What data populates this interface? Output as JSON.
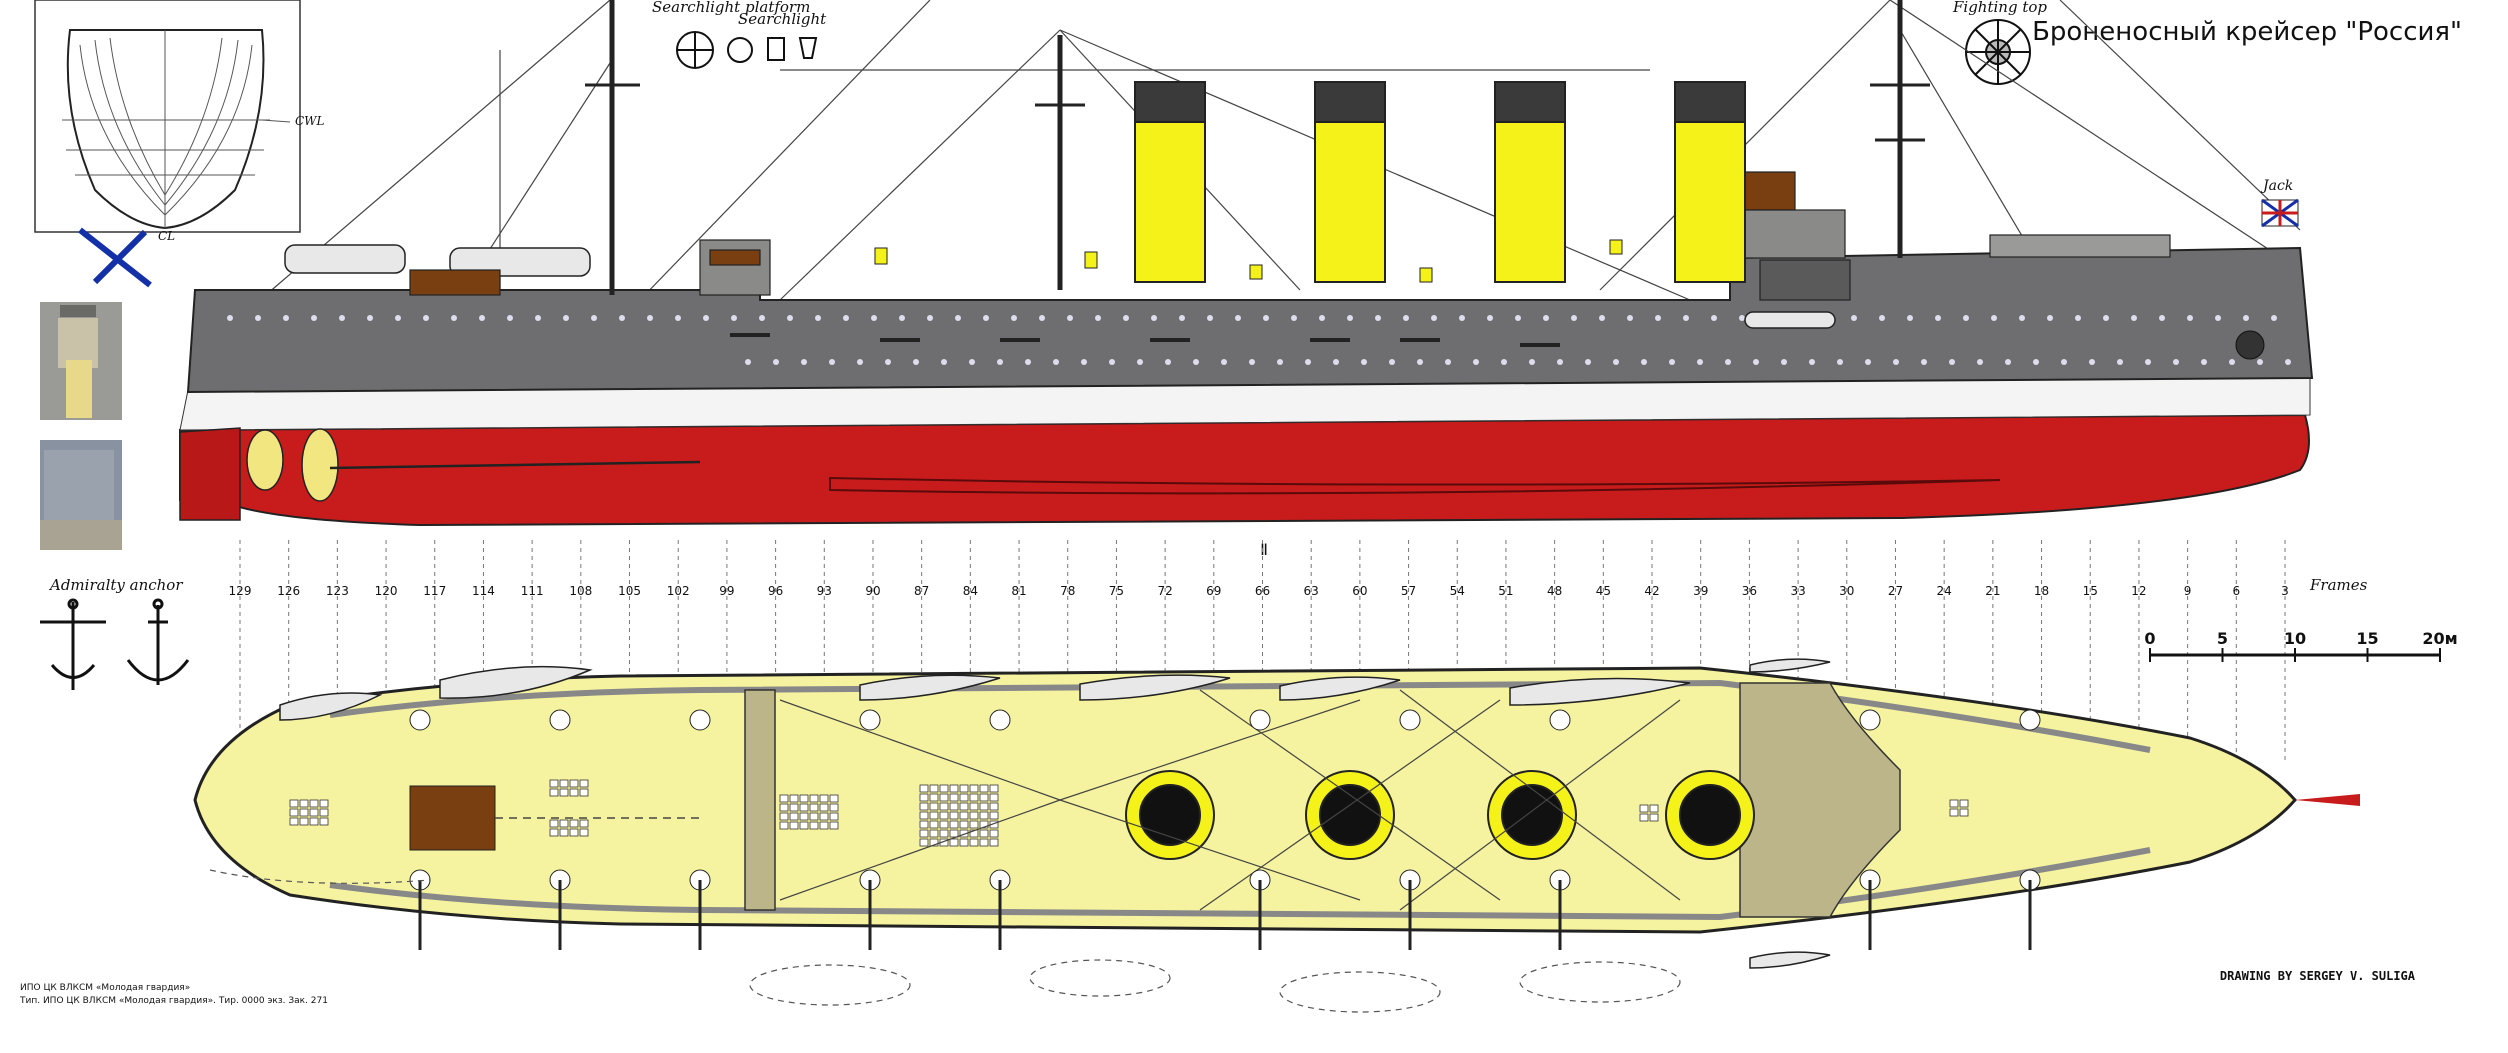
{
  "title": "Броненосный крейсер \"Россия\"",
  "labels": {
    "searchlight_platform": "Searchlight platform",
    "searchlight": "Searchlight",
    "fighting_top": "Fighting top",
    "jack": "Jack",
    "cwl": "CWL",
    "cl": "CL",
    "admiralty_anchor": "Admiralty anchor",
    "frames": "Frames",
    "midship": "Ⅱ",
    "credit": "DRAWING BY SERGEY V. SULIGA",
    "printer_line1": "ИПО ЦК ВЛКСМ «Молодая гвардия»",
    "printer_line2": "Тип. ИПО ЦК ВЛКСМ «Молодая гвардия». Тир. 0000 экз. Зак. 271"
  },
  "frames": [
    "129",
    "126",
    "123",
    "120",
    "117",
    "114",
    "111",
    "108",
    "105",
    "102",
    "99",
    "96",
    "93",
    "90",
    "87",
    "84",
    "81",
    "78",
    "75",
    "72",
    "69",
    "66",
    "63",
    "60",
    "57",
    "54",
    "51",
    "48",
    "45",
    "42",
    "39",
    "36",
    "33",
    "30",
    "27",
    "24",
    "21",
    "18",
    "15",
    "12",
    "9",
    "6",
    "3"
  ],
  "scale": {
    "ticks": [
      "0",
      "5",
      "10",
      "15",
      "20м"
    ],
    "values": [
      0,
      5,
      10,
      15,
      20
    ]
  },
  "colors": {
    "hull_grey": "#6e6e70",
    "hull_red": "#c81c1c",
    "boot_white": "#f4f4f4",
    "funnel_yellow": "#f5f21a",
    "funnel_cap": "#3a3a3a",
    "deck_yellow": "#f5f3a0",
    "deck_wood": "#bdb58a",
    "ink": "#1a1a1a",
    "flag_blue": "#1430a8",
    "skylight_brown": "#7a3f10"
  }
}
